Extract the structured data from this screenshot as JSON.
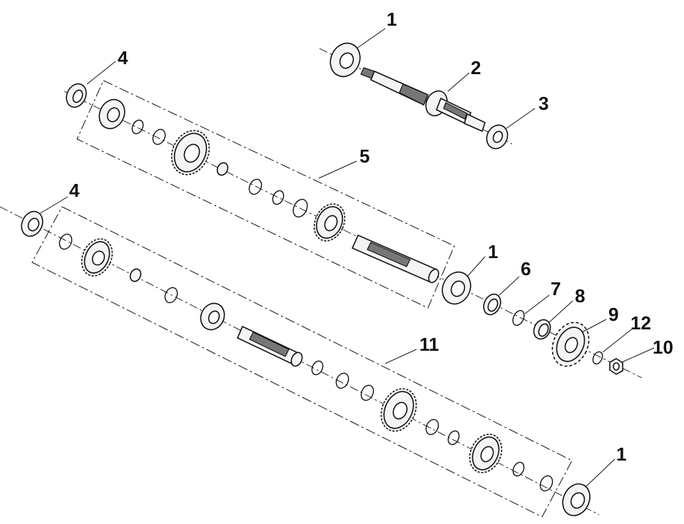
{
  "callouts": [
    {
      "id": "c1a",
      "label": "1"
    },
    {
      "id": "c2",
      "label": "2"
    },
    {
      "id": "c3",
      "label": "3"
    },
    {
      "id": "c4a",
      "label": "4"
    },
    {
      "id": "c5",
      "label": "5"
    },
    {
      "id": "c4b",
      "label": "4"
    },
    {
      "id": "c1b",
      "label": "1"
    },
    {
      "id": "c6",
      "label": "6"
    },
    {
      "id": "c7",
      "label": "7"
    },
    {
      "id": "c8",
      "label": "8"
    },
    {
      "id": "c9",
      "label": "9"
    },
    {
      "id": "c12",
      "label": "12"
    },
    {
      "id": "c10",
      "label": "10"
    },
    {
      "id": "c11",
      "label": "11"
    },
    {
      "id": "c1c",
      "label": "1"
    }
  ]
}
